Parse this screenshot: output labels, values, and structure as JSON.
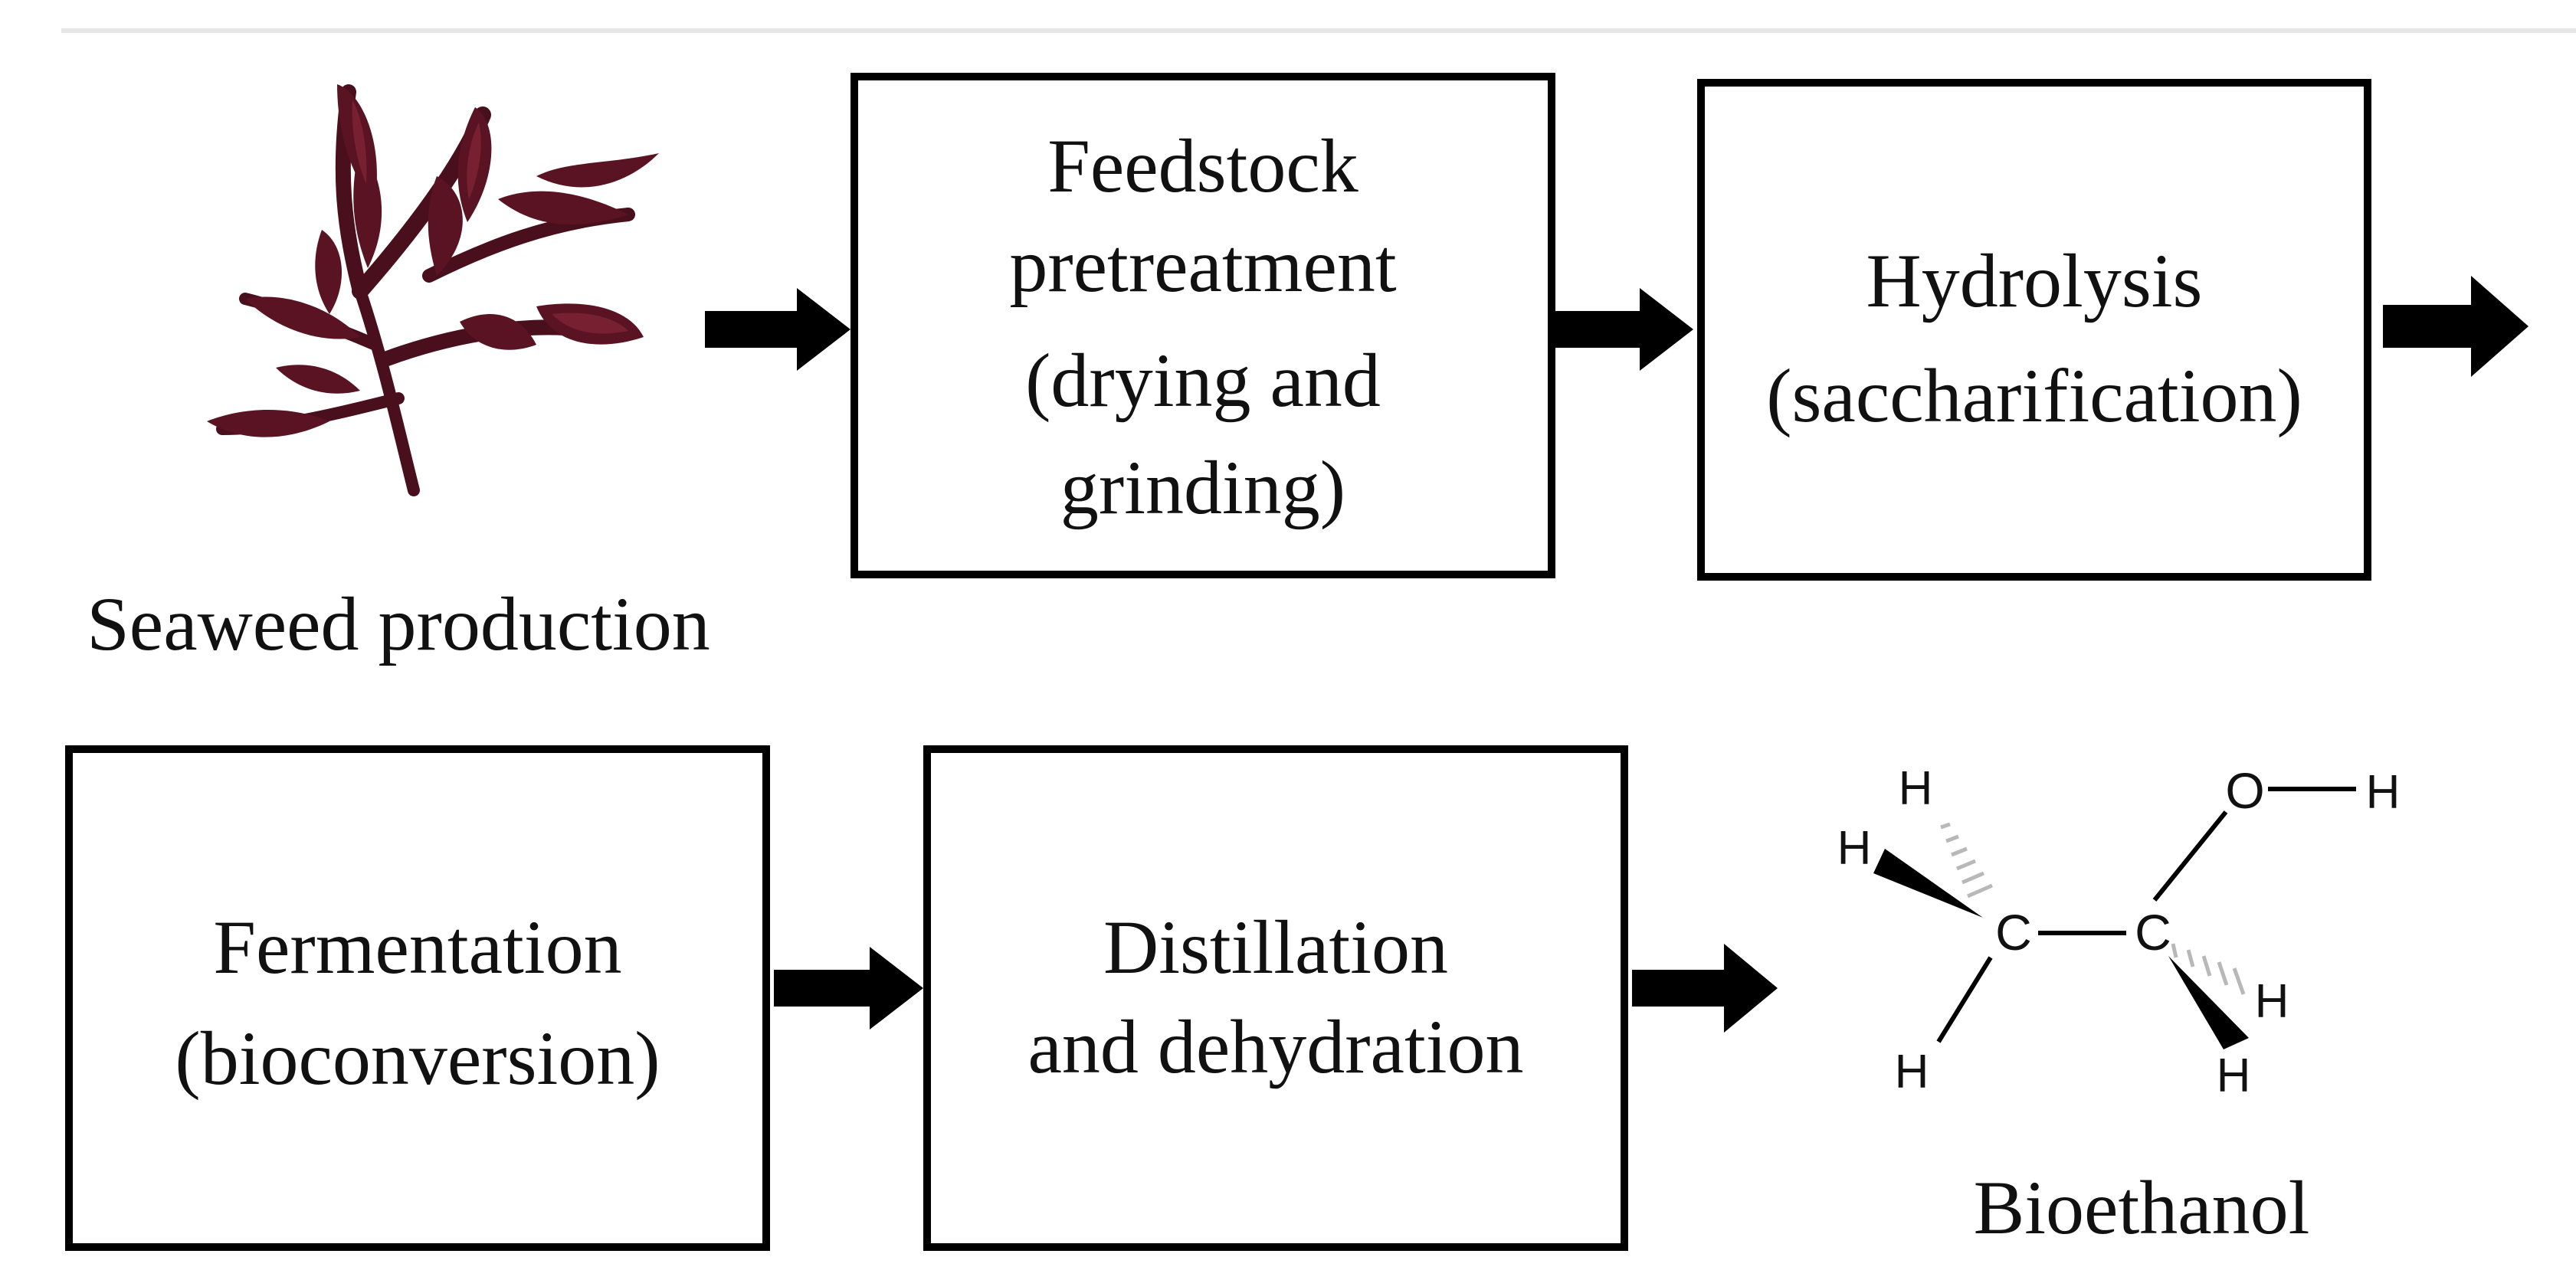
{
  "steps": {
    "seaweed_label": "Seaweed production",
    "pretreatment": [
      "Feedstock",
      "pretreatment",
      "(drying and",
      "grinding)"
    ],
    "hydrolysis": [
      "Hydrolysis",
      "(saccharification)"
    ],
    "fermentation": [
      "Fermentation",
      "(bioconversion)"
    ],
    "distillation": [
      "Distillation",
      "and dehydration"
    ],
    "product_label": "Bioethanol"
  },
  "molecule": {
    "atoms": {
      "c1": "C",
      "c2": "C",
      "o": "O",
      "h_top_left": "H",
      "h_left": "H",
      "h_bottom_left": "H",
      "h_hydroxyl": "H",
      "h_right": "H",
      "h_bottom_right": "H"
    }
  },
  "colors": {
    "seaweed_dark": "#4a0f1c",
    "seaweed_mid": "#6b1a2a",
    "stroke": "#000000"
  }
}
